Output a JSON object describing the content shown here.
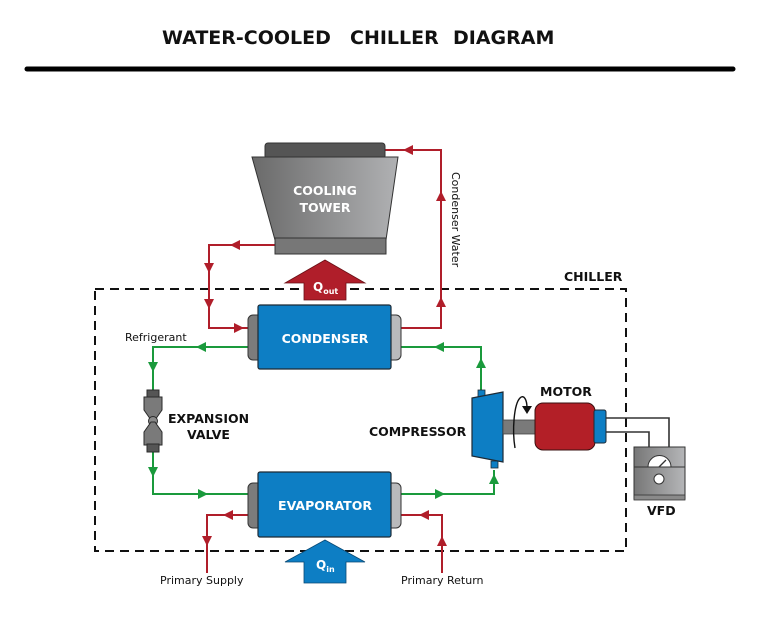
{
  "title": {
    "part1": "WATER-COOLED",
    "part2": "CHILLER",
    "part3": "DIAGRAM"
  },
  "boundary_label": "CHILLER",
  "components": {
    "cooling_tower": {
      "line1": "COOLING",
      "line2": "TOWER"
    },
    "condenser": {
      "label": "CONDENSER"
    },
    "evaporator": {
      "label": "EVAPORATOR"
    },
    "expansion_valve": {
      "line1": "EXPANSION",
      "line2": "VALVE"
    },
    "compressor": {
      "label": "COMPRESSOR"
    },
    "motor": {
      "label": "MOTOR"
    },
    "vfd": {
      "label": "VFD"
    }
  },
  "heat_flows": {
    "q_out": {
      "main": "Q",
      "sub": "out"
    },
    "q_in": {
      "main": "Q",
      "sub": "in"
    }
  },
  "loop_labels": {
    "condenser_water": "Condenser Water",
    "refrigerant": "Refrigerant",
    "primary_supply": "Primary Supply",
    "primary_return": "Primary Return"
  },
  "colors": {
    "water_line": "#b01e2a",
    "refrigerant_line": "#1a9a3c",
    "component_blue": "#0d7ec4",
    "motor_red": "#b31f27",
    "gray_dark": "#555555",
    "gray_mid": "#8a8a8a",
    "gray_light": "#b9babc"
  }
}
